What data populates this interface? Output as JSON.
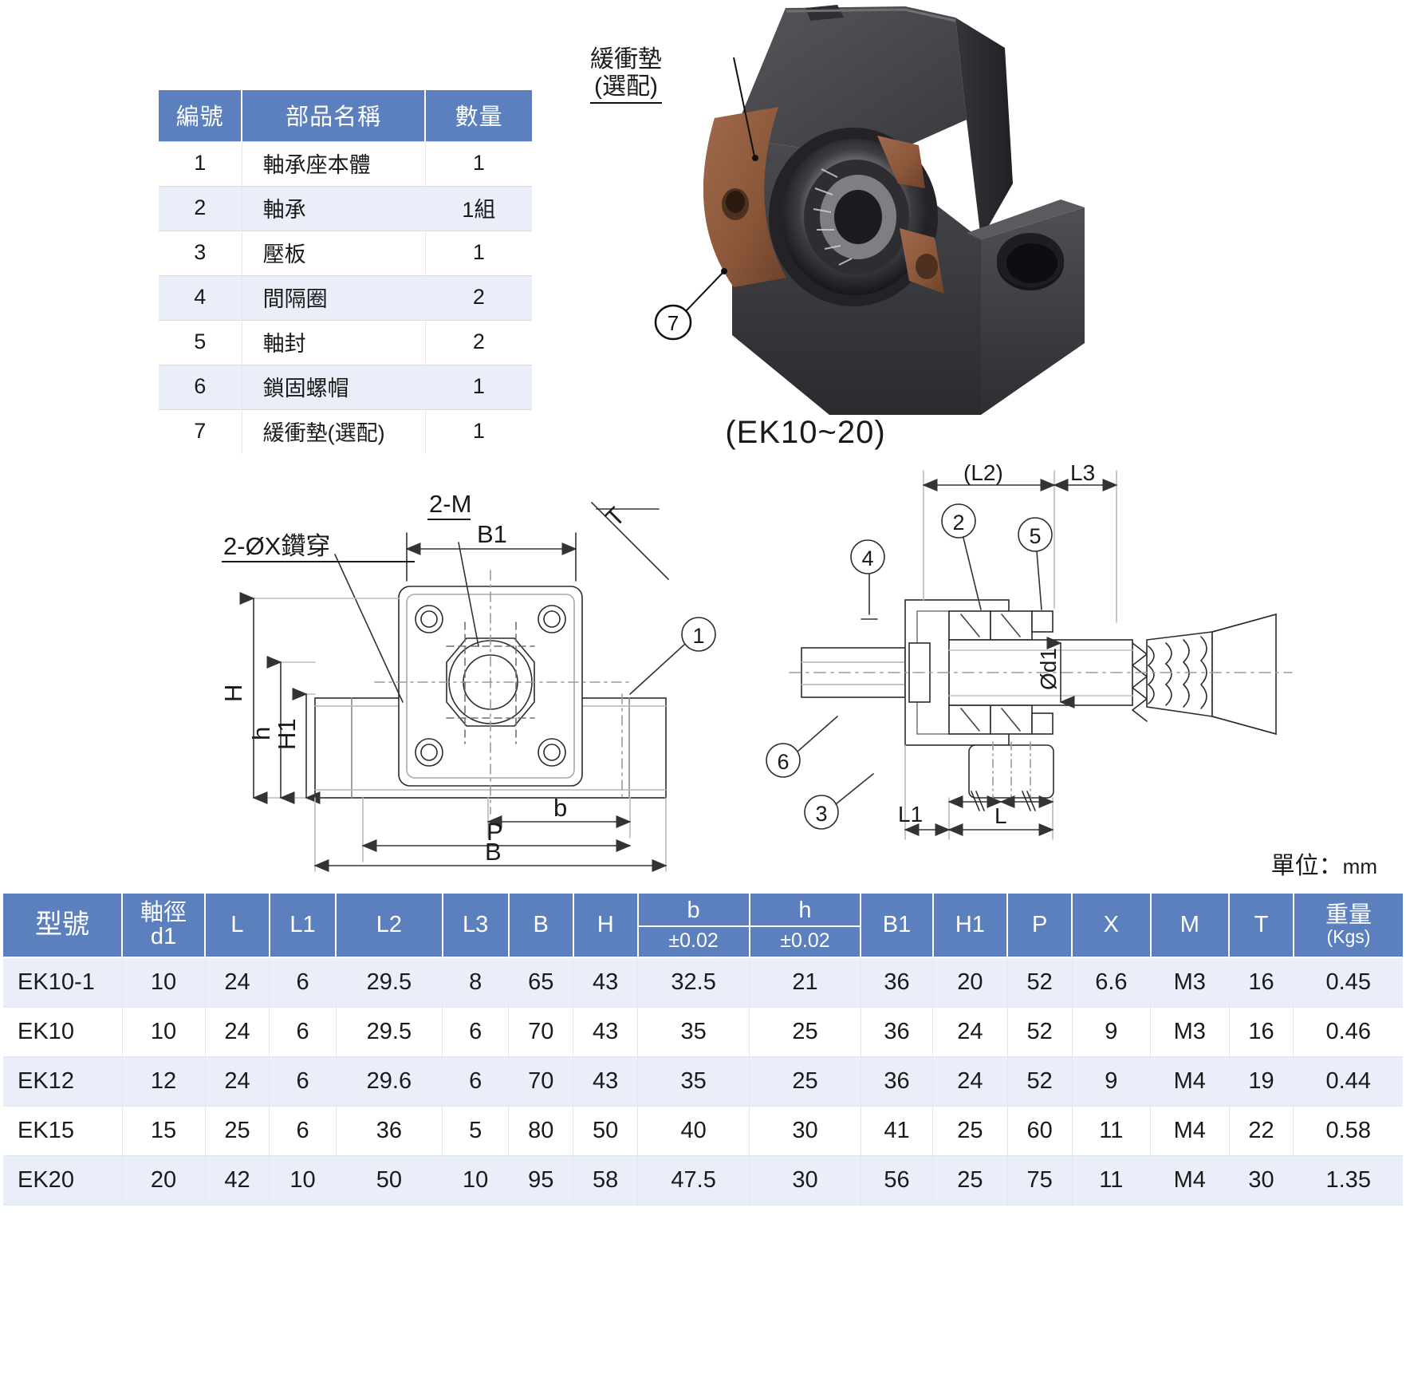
{
  "parts_table": {
    "headers": [
      "編號",
      "部品名稱",
      "數量"
    ],
    "rows": [
      {
        "no": "1",
        "name": "軸承座本體",
        "qty": "1"
      },
      {
        "no": "2",
        "name": "軸承",
        "qty": "1組"
      },
      {
        "no": "3",
        "name": "壓板",
        "qty": "1"
      },
      {
        "no": "4",
        "name": "間隔圈",
        "qty": "2"
      },
      {
        "no": "5",
        "name": "軸封",
        "qty": "2"
      },
      {
        "no": "6",
        "name": "鎖固螺帽",
        "qty": "1"
      },
      {
        "no": "7",
        "name": "緩衝墊(選配)",
        "qty": "1"
      }
    ]
  },
  "photo": {
    "caption": "(EK10~20)",
    "cushion_label_line1": "緩衝墊",
    "cushion_label_line2": "(選配)",
    "callout_7": "7"
  },
  "drawing": {
    "front_view": {
      "label_drill": "2-ØX鑽穿",
      "label_thread": "2-M",
      "dim_B1": "B1",
      "dim_T": "T",
      "dim_H": "H",
      "dim_h": "h",
      "dim_H1": "H1",
      "dim_b": "b",
      "dim_P": "P",
      "dim_B": "B",
      "callout_1": "1"
    },
    "section_view": {
      "dim_L2": "(L2)",
      "dim_L3": "L3",
      "dim_d1": "Ød1",
      "dim_L1": "L1",
      "dim_L": "L",
      "callout_2": "2",
      "callout_3": "3",
      "callout_4": "4",
      "callout_5": "5",
      "callout_6": "6"
    }
  },
  "unit_note": {
    "text": "單位：",
    "unit": "mm"
  },
  "spec_table": {
    "headers": {
      "model": "型號",
      "d1_main": "軸徑",
      "d1_sub": "d1",
      "L": "L",
      "L1": "L1",
      "L2": "L2",
      "L3": "L3",
      "B": "B",
      "H": "H",
      "b": "b",
      "b_tol": "±0.02",
      "h": "h",
      "h_tol": "±0.02",
      "B1": "B1",
      "H1": "H1",
      "P": "P",
      "X": "X",
      "M": "M",
      "T": "T",
      "weight_main": "重量",
      "weight_sub": "(Kgs)"
    },
    "rows": [
      {
        "model": "EK10-1",
        "d1": "10",
        "L": "24",
        "L1": "6",
        "L2": "29.5",
        "L3": "8",
        "B": "65",
        "H": "43",
        "b": "32.5",
        "h": "21",
        "B1": "36",
        "H1": "20",
        "P": "52",
        "X": "6.6",
        "M": "M3",
        "T": "16",
        "weight": "0.45"
      },
      {
        "model": "EK10",
        "d1": "10",
        "L": "24",
        "L1": "6",
        "L2": "29.5",
        "L3": "6",
        "B": "70",
        "H": "43",
        "b": "35",
        "h": "25",
        "B1": "36",
        "H1": "24",
        "P": "52",
        "X": "9",
        "M": "M3",
        "T": "16",
        "weight": "0.46"
      },
      {
        "model": "EK12",
        "d1": "12",
        "L": "24",
        "L1": "6",
        "L2": "29.6",
        "L3": "6",
        "B": "70",
        "H": "43",
        "b": "35",
        "h": "25",
        "B1": "36",
        "H1": "24",
        "P": "52",
        "X": "9",
        "M": "M4",
        "T": "19",
        "weight": "0.44"
      },
      {
        "model": "EK15",
        "d1": "15",
        "L": "25",
        "L1": "6",
        "L2": "36",
        "L3": "5",
        "B": "80",
        "H": "50",
        "b": "40",
        "h": "30",
        "B1": "41",
        "H1": "25",
        "P": "60",
        "X": "11",
        "M": "M4",
        "T": "22",
        "weight": "0.58"
      },
      {
        "model": "EK20",
        "d1": "20",
        "L": "42",
        "L1": "10",
        "L2": "50",
        "L3": "10",
        "B": "95",
        "H": "58",
        "b": "47.5",
        "h": "30",
        "B1": "56",
        "H1": "25",
        "P": "75",
        "X": "11",
        "M": "M4",
        "T": "30",
        "weight": "1.35"
      }
    ]
  },
  "colors": {
    "header_blue": "#5b80bd",
    "row_alt": "#e9eef8",
    "body_dark": "#3d3d41",
    "cushion_brown": "#8c5b40"
  }
}
